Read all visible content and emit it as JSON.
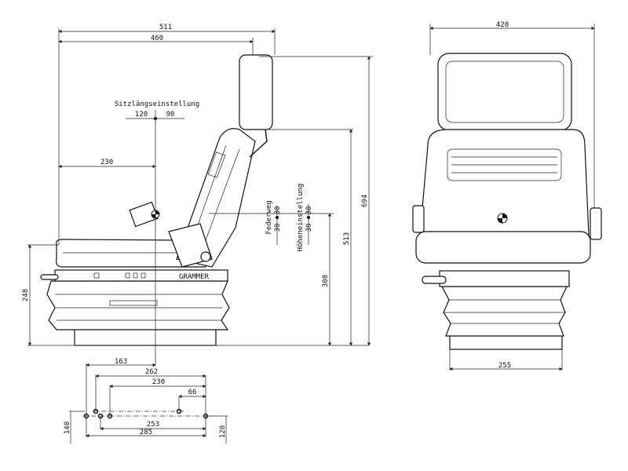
{
  "side_view": {
    "dims": {
      "overall_length": "511",
      "length_to_backrest": "460",
      "seat_ref_offset": "230",
      "total_height": "694",
      "height_to_backrest": "513",
      "seat_height": "308",
      "base_height": "248"
    },
    "fore_aft": {
      "label": "Sitzlängseinstellung",
      "forward": "120",
      "back": "90"
    },
    "suspension_travel": {
      "label": "Federweg",
      "up": "30",
      "down": "30"
    },
    "height_adjust": {
      "label": "Höheneinstellung",
      "up": "30",
      "down": "30"
    },
    "brand_mark": "GRAMMER"
  },
  "front_view": {
    "dims": {
      "overall_width": "420",
      "base_width": "255"
    }
  },
  "mounting_pattern": {
    "dims": {
      "d163": "163",
      "d262": "262",
      "d230": "230",
      "d66": "66",
      "d253": "253",
      "d285": "285",
      "d140": "140",
      "d120": "120"
    }
  }
}
